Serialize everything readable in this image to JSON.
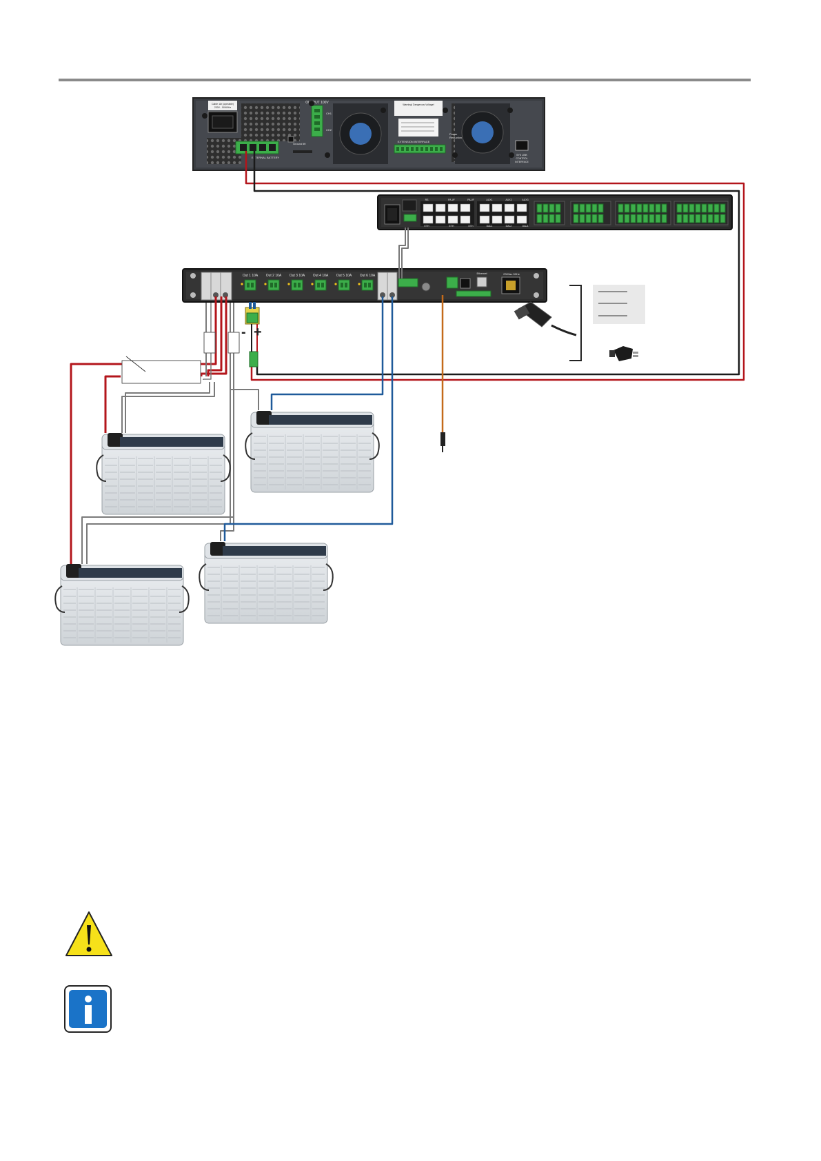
{
  "amplifier": {
    "mains_label_1": "Cable: Air (operable)",
    "mains_label_2": "230V - 50/60Hz",
    "output_label": "OUTPUT 100V",
    "ch1": "CH1",
    "ch2": "CH2",
    "warning_1": "Warning! Dangerous Voltage!",
    "extension_label": "EXTENSION INTERFACE",
    "battery_label": "EXTERNAL BATTERY",
    "ground_label": "Ground lift",
    "link_label_1": "SYS LINK",
    "link_label_2": "CONTROL",
    "link_label_3": "INTERFACE",
    "power_reduction_1": "Power",
    "power_reduction_2": "Reduction"
  },
  "controller": {
    "ports_top": [
      "RS",
      "PA-I/F",
      "PA-I/F",
      "AUX1",
      "AUX2",
      "AUX3"
    ],
    "ports_bottom": [
      "ETH",
      "ETH",
      "ETH",
      "DAL1",
      "DAL2",
      "DAL3"
    ]
  },
  "psu": {
    "outputs": [
      "Out 1  10A",
      "Out 2  10A",
      "Out 3  10A",
      "Out 4  10A",
      "Out 5  10A",
      "Out 6  10A"
    ],
    "ethernet_label": "Ethernet",
    "mains_label": "230Vac 50Hz",
    "minus": "-",
    "plus": "+"
  },
  "icons": {
    "warning": "warning-triangle-icon",
    "info": "info-icon"
  },
  "colors": {
    "wire_red": "#b3151b",
    "wire_black": "#1a1a1a",
    "wire_grey": "#7a7a7a",
    "wire_blue": "#1f5a9a",
    "wire_orange": "#c46a1a",
    "rack": "#2b2b2b",
    "terminal_green": "#3cae4a"
  }
}
